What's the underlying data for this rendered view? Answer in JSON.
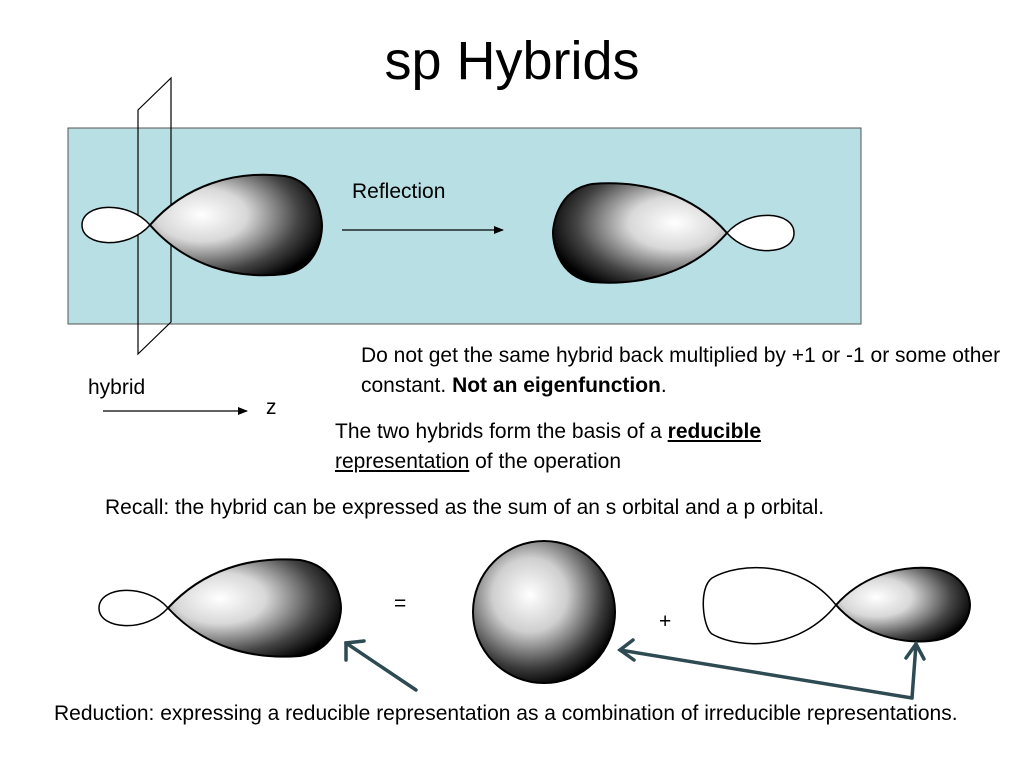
{
  "slide": {
    "title": "sp Hybrids",
    "reflection_label": "Reflection",
    "hybrid_label": "hybrid",
    "z_label": "z",
    "eigen_text": {
      "part1": "Do not get the same hybrid back multiplied by +1 or -1 or some other constant.  ",
      "bold": "Not an eigenfunction",
      "end": "."
    },
    "basis_text": {
      "part1": "The two hybrids form the basis of a ",
      "underlined_bold": "reducible",
      "space": " ",
      "underlined": "representation",
      "part2": " of the operation"
    },
    "recall_text": "Recall: the hybrid can be expressed as the sum of an s orbital and a p orbital.",
    "equals_sign": "=",
    "plus_sign": "+",
    "reduction_text": "Reduction: expressing a reducible representation as a combination of irreducible representations."
  },
  "colors": {
    "panel_fill": "#b8e0e4",
    "arrow_color": "#2e4a52"
  }
}
